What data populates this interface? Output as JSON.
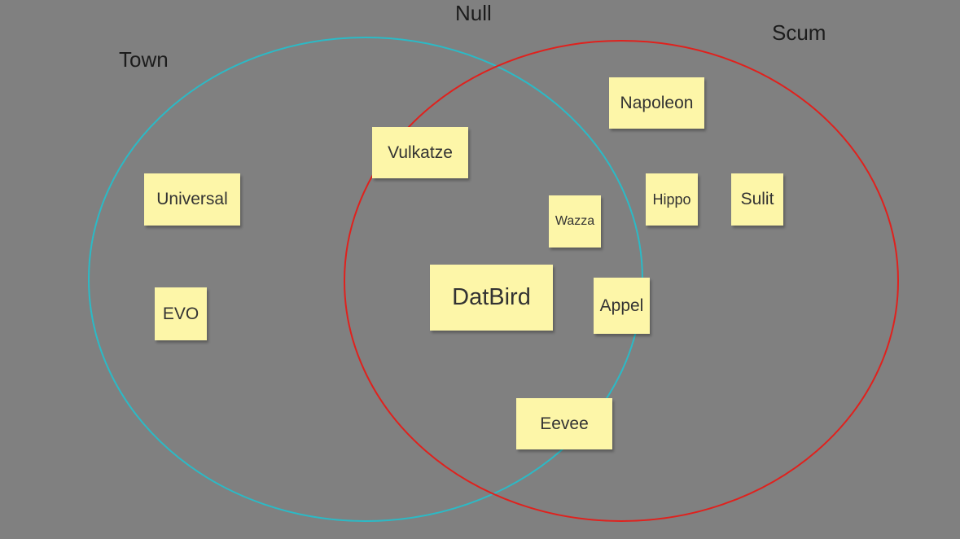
{
  "sets": {
    "town": {
      "label": "Town",
      "color": "#2bbac6"
    },
    "null": {
      "label": "Null"
    },
    "scum": {
      "label": "Scum",
      "color": "#e0211d"
    }
  },
  "note_color": "#fdf6a8",
  "notes": {
    "napoleon": "Napoleon",
    "vulkatze": "Vulkatze",
    "universal": "Universal",
    "hippo": "Hippo",
    "sulit": "Sulit",
    "wazza": "Wazza",
    "evo": "EVO",
    "datbird": "DatBird",
    "appel": "Appel",
    "eevee": "Eevee"
  }
}
